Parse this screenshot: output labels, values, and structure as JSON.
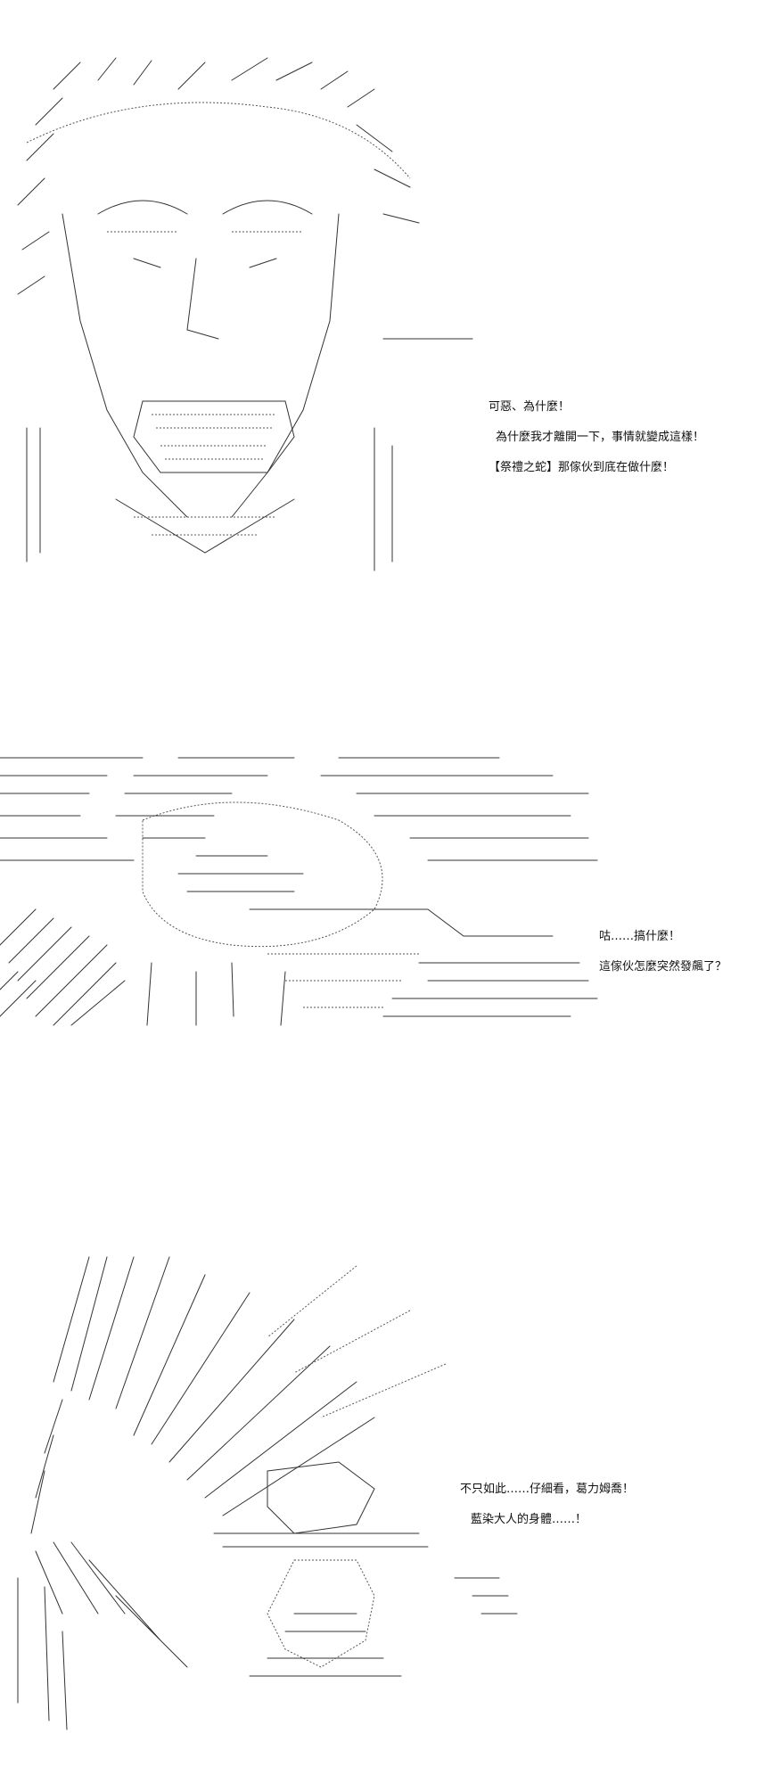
{
  "panels": [
    {
      "id": "panel-1",
      "art_subject": "face",
      "lines": [
        "可惡、為什麼！",
        "為什麼我才離開一下，事情就變成這樣！",
        "【祭禮之蛇】那傢伙到底在做什麼！"
      ]
    },
    {
      "id": "panel-2",
      "art_subject": "explosion",
      "lines": [
        "咕……搞什麼！",
        "這傢伙怎麼突然發飆了？"
      ]
    },
    {
      "id": "panel-3",
      "art_subject": "figure-with-rays",
      "lines": [
        "不只如此……仔細看，葛力姆喬！",
        "藍染大人的身體……！"
      ]
    }
  ],
  "colors": {
    "background": "#ffffff",
    "text": "#111111",
    "art_stroke": "#333333"
  }
}
